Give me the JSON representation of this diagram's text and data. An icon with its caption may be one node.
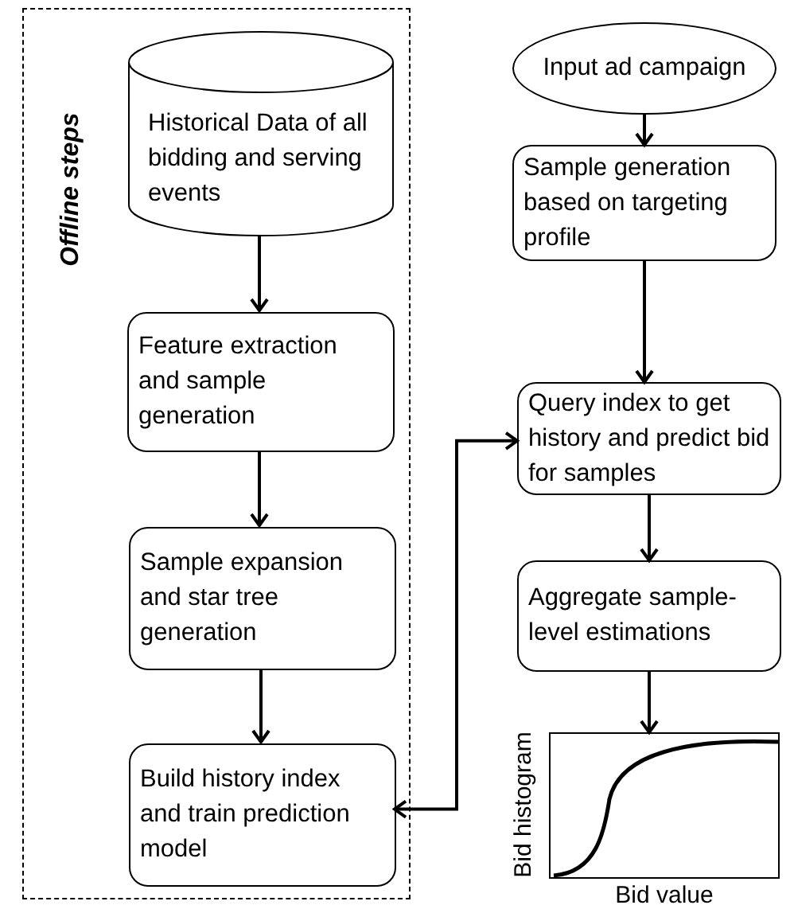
{
  "diagram": {
    "nodes": [
      {
        "text": [
          "Offline steps"
        ]
      },
      {
        "text": [
          "Historical Data of all bidding and serving events"
        ],
        "in": 0
      },
      {
        "text": [
          "Feature extraction and sample generation"
        ],
        "in": 0
      },
      {
        "text": [
          "Sample expansion and star tree generation"
        ],
        "in": 0
      },
      {
        "text": [
          "Build history index and train prediction model"
        ],
        "in": 0
      },
      {
        "text": [
          "Input ad campaign"
        ]
      },
      {
        "text": [
          "Sample generation based on targeting profile"
        ]
      },
      {
        "text": [
          "Query index to get history and predict bid for samples"
        ]
      },
      {
        "text": [
          "Aggregate sample-level estimations"
        ]
      },
      {
        "text": [],
        "shape": "box",
        "beside": [
          "Bid histogram",
          "Bid value"
        ]
      }
    ],
    "edges": [
      {
        "from": 1,
        "to": 2,
        "arrow": "to"
      },
      {
        "from": 2,
        "to": 3,
        "arrow": "to"
      },
      {
        "from": 3,
        "to": 4,
        "arrow": "to"
      },
      {
        "from": 4,
        "to": 7,
        "arrow": "both"
      },
      {
        "from": 5,
        "to": 6,
        "arrow": "to"
      },
      {
        "from": 6,
        "to": 7,
        "arrow": "to"
      },
      {
        "from": 7,
        "to": 8,
        "arrow": "to"
      },
      {
        "from": 8,
        "to": 9,
        "arrow": "to"
      }
    ]
  }
}
